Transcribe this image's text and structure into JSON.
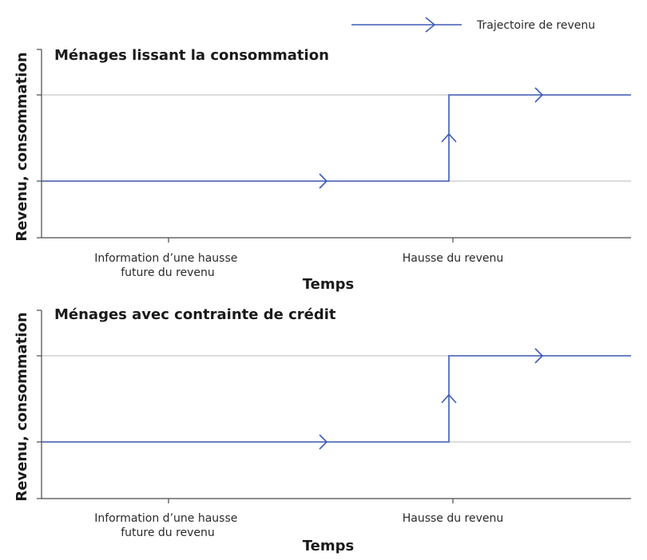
{
  "legend": {
    "label": "Trajectoire de revenu",
    "color": "#3f5bb5"
  },
  "chart_data": [
    {
      "type": "line",
      "title": "Ménages lissant la consommation",
      "xlabel": "Temps",
      "ylabel": "Revenu, consommation",
      "x_ticks": [
        {
          "label_lines": [
            "Information d’une hausse",
            "future du revenu"
          ],
          "position": "early"
        },
        {
          "label_lines": [
            "Hausse du revenu"
          ],
          "position": "late"
        }
      ],
      "grid_levels": [
        "low",
        "high"
      ],
      "series": [
        {
          "name": "Trajectoire de revenu",
          "color": "#3f5bb5",
          "shape": "step-up",
          "before": "low",
          "after": "high",
          "step_at": "Hausse du revenu"
        }
      ]
    },
    {
      "type": "line",
      "title": "Ménages avec contrainte de crédit",
      "xlabel": "Temps",
      "ylabel": "Revenu, consommation",
      "x_ticks": [
        {
          "label_lines": [
            "Information d’une hausse",
            "future du revenu"
          ],
          "position": "early"
        },
        {
          "label_lines": [
            "Hausse du revenu"
          ],
          "position": "late"
        }
      ],
      "grid_levels": [
        "low",
        "high"
      ],
      "series": [
        {
          "name": "Trajectoire de revenu",
          "color": "#3f5bb5",
          "shape": "step-up",
          "before": "low",
          "after": "high",
          "step_at": "Hausse du revenu"
        }
      ]
    }
  ]
}
